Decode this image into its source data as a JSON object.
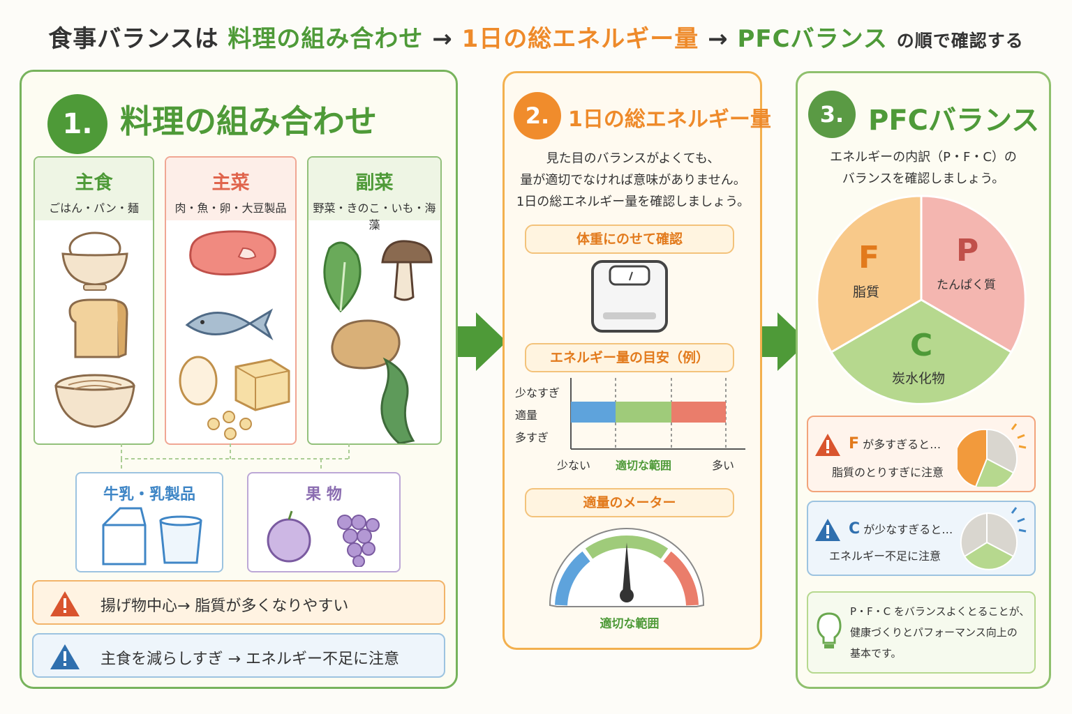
{
  "title": {
    "part1": "食事バランスは",
    "part2": "料理の組み合わせ",
    "arrow": "→",
    "part3": "1日の総エネルギー量",
    "part4": "PFCバランス",
    "part5": "の順で確認する"
  },
  "section1": {
    "number": "1.",
    "heading": "料理の組み合わせ",
    "shushoku": {
      "title": "主食",
      "sub": "ごはん・パン・麺"
    },
    "shusai": {
      "title": "主菜",
      "sub": "肉・魚・卵・大豆製品"
    },
    "fukusai": {
      "title": "副菜",
      "sub": "野菜・きのこ・いも・海藻"
    },
    "milk": {
      "title": "牛乳・乳製品"
    },
    "fruit": {
      "title": "果 物"
    },
    "warn1": "揚げ物中心→ 脂質が多くなりやすい",
    "warn2": "主食を減らしすぎ → エネルギー不足に注意"
  },
  "section2": {
    "number": "2.",
    "heading": "1日の総エネルギー量",
    "text1": "見た目のバランスがよくても、",
    "text2": "量が適切でなければ意味がありません。",
    "text3": "1日の総エネルギー量を確認しましょう。",
    "pill1": "体重にのせて確認",
    "pill2": "エネルギー量の目安（例）",
    "pill3": "適量のメーター",
    "legend": [
      "少なすぎ",
      "適量",
      "多すぎ"
    ],
    "axis": [
      "少ない",
      "適切な範囲",
      "多い"
    ],
    "meter_label": "適切な範囲"
  },
  "section3": {
    "number": "3.",
    "heading": "PFCバランス",
    "text1": "エネルギーの内訳（P・F・C）の",
    "text2": "バランスを確認しましょう。",
    "pie": {
      "F": {
        "letter": "F",
        "label": "脂質"
      },
      "P": {
        "letter": "P",
        "label": "たんぱく質"
      },
      "C": {
        "letter": "C",
        "label": "炭水化物"
      }
    },
    "warnF": {
      "letter": "F",
      "head": "が多すぎると…",
      "body": "脂質のとりすぎに注意"
    },
    "warnC": {
      "letter": "C",
      "head": "が少なすぎると…",
      "body": "エネルギー不足に注意"
    },
    "tip1": "P・F・C をバランスよくとることが、",
    "tip2": "健康づくりとパフォーマンス向上の",
    "tip3": "基本です。"
  },
  "colors": {
    "green": "#4e9a38",
    "orange": "#ee8a2a",
    "red": "#e8735f",
    "blue": "#3f86c6",
    "purple": "#8a6cb0"
  }
}
